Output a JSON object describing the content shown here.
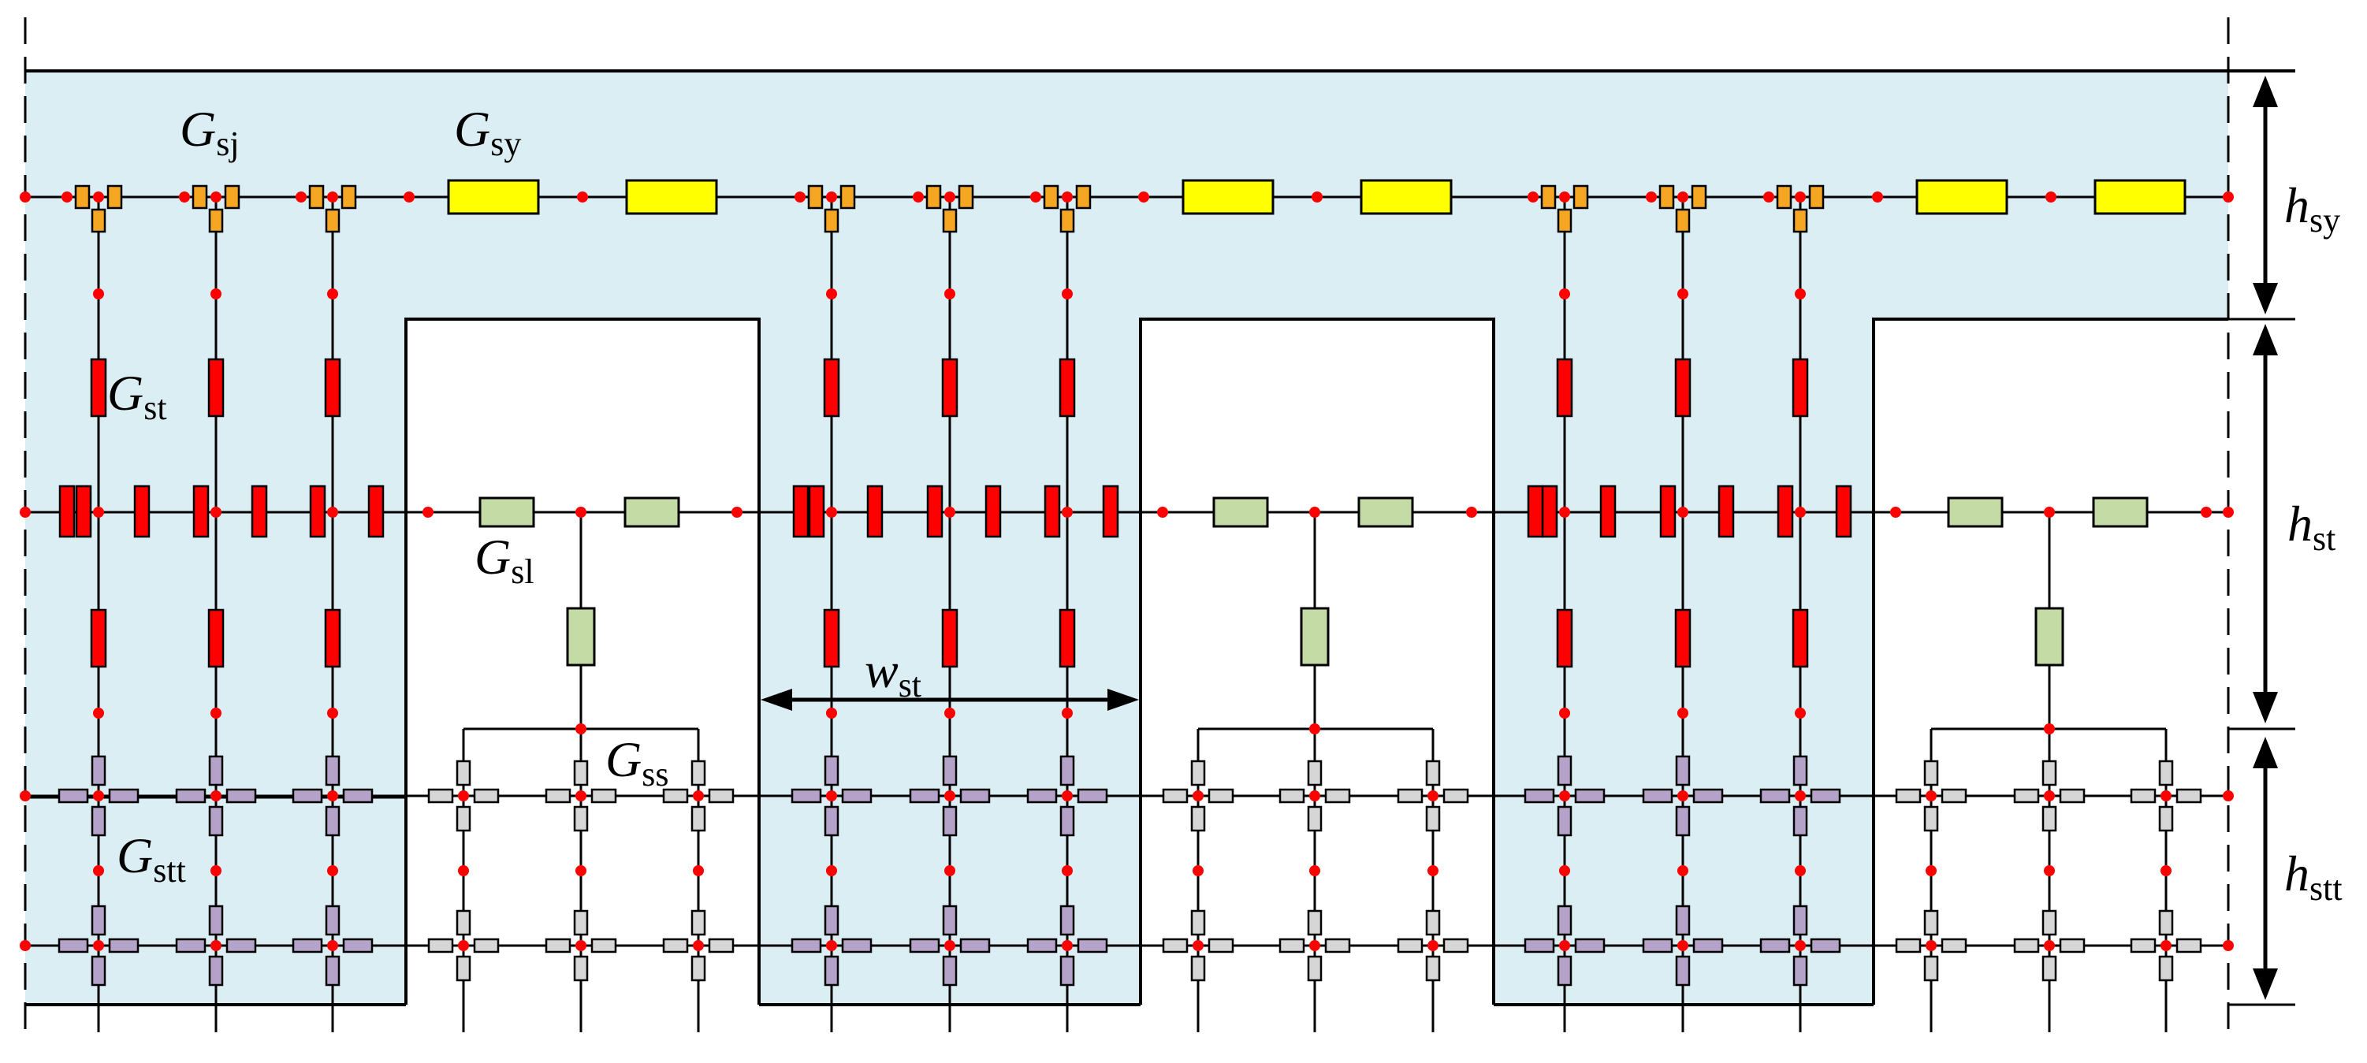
{
  "labels": {
    "g_sj": {
      "sym": "G",
      "sub": "sj"
    },
    "g_sy": {
      "sym": "G",
      "sub": "sy"
    },
    "g_st": {
      "sym": "G",
      "sub": "st"
    },
    "g_sl": {
      "sym": "G",
      "sub": "sl"
    },
    "g_ss": {
      "sym": "G",
      "sub": "ss"
    },
    "g_stt": {
      "sym": "G",
      "sub": "stt"
    },
    "w_st": {
      "sym": "w",
      "sub": "st"
    },
    "h_sy": {
      "sym": "h",
      "sub": "sy"
    },
    "h_st": {
      "sym": "h",
      "sub": "st"
    },
    "h_stt": {
      "sym": "h",
      "sub": "stt"
    }
  },
  "colors": {
    "iron_region": "#dbeef4",
    "g_sj_resistor": "#f5a623",
    "g_sy_resistor": "#ffff00",
    "g_st_resistor": "#ff0000",
    "g_sl_resistor": "#c5dba5",
    "g_stt_resistor": "#b4a2c8",
    "g_ss_resistor": "#d6d6d6",
    "node": "#ff0000",
    "line": "#000000"
  }
}
